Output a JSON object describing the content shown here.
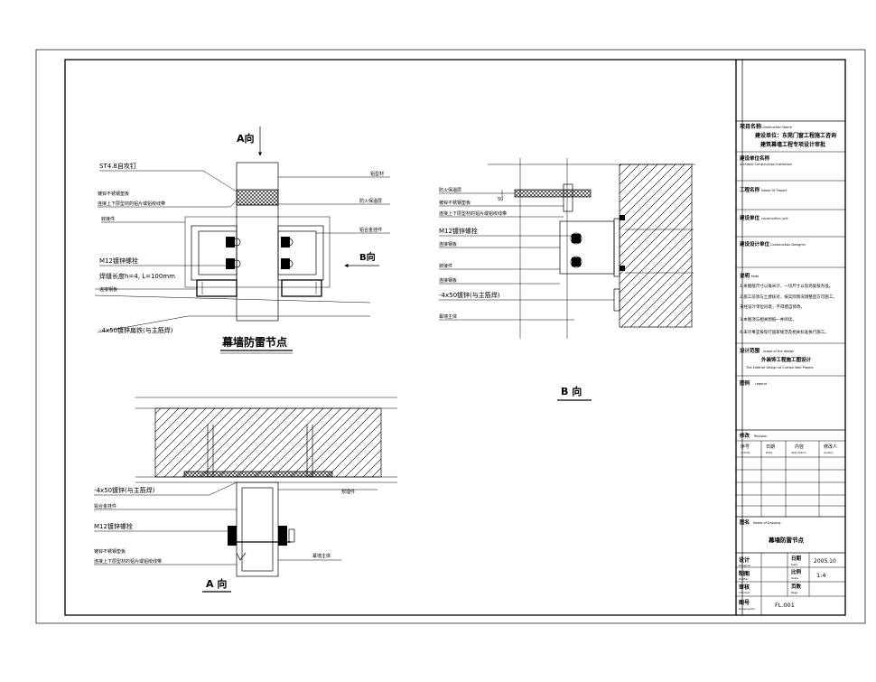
{
  "drawing": {
    "detail1_callouts": {
      "view_a_marker": "A向",
      "screw": "ST4.8自攻钉",
      "l1": "铝型材",
      "l2a": "镀锌不锈钢垫板",
      "l2b": "连接上下层型材的铝片或铝绞线带",
      "l3": "转接件",
      "r_stone": "防火保温层",
      "r_pad": "铝合金挂件",
      "l4": "M12镀锌螺栓",
      "view_b_marker": "B向",
      "l5": "焊缝长度h=4, L=100mm",
      "l6": "连接钢板",
      "l7": "-4x50镀锌扁铁(与主筋焊)",
      "title": "幕墙防雷节点"
    },
    "detail2_callouts": {
      "r1": "防火保温层",
      "r2": "镀锌不锈钢垫板",
      "r3": "连接上下层型材的铝片或铝绞线带",
      "r4": "M12镀锌螺栓",
      "r5": "连接钢板",
      "r6": "转接件",
      "r7": "连接钢板",
      "r8": "-4x50镀锌(与主筋焊)",
      "r9": "幕墙主体",
      "dim": "50",
      "title": "B 向"
    },
    "detail3_callouts": {
      "l1": "-4x50镀锌(与主筋焊)",
      "l2": "铝合金挂件",
      "l3": "M12镀锌螺栓",
      "l4a": "镀锌不锈钢垫板",
      "l4b": "连接上下层型材的铝片或铝绞线带",
      "r1": "预埋件",
      "r2": "幕墙主体",
      "title": "A 向"
    }
  },
  "title_block": {
    "project_label": "项目名称",
    "project_en": "Construction Name",
    "project_line1": "建设单位：东莞门窗工程施工咨询",
    "project_line2": "建筑幕墙工程专项设计审批",
    "client_label": "建设单位名称",
    "client_en": "Architect Construction Institution",
    "engineering_label": "工程名称",
    "engineering_en": "Name Of Project",
    "unit_label": "建设单位",
    "unit_en": "construction unit",
    "design_label": "建设设计单位",
    "design_en": "Construction Designer",
    "notes_label": "说明",
    "notes_en": "Note",
    "note1": "1.本图纸尺寸以毫米计，一切尺寸以现场复核为准。",
    "note2": "2.施工前须与土建核对，按实际情况调整后方可施工。",
    "note3": "   未经设计单位同意，不得擅自修改。",
    "note4": "3.本图须与相关图纸一并阅读。",
    "note5": "4.未尽事宜按现行国家规范及相关标准执行施工。",
    "scope_label": "设计范围",
    "scope_en": "scope of the design",
    "scope_line1": "外装饰工程施工图设计",
    "scope_line2": "The Exterior Design of Curtain Wall Project",
    "drawing_label": "图例",
    "drawing_en": "Legend",
    "rev_label": "修改",
    "rev_en": "Revision",
    "col1": "序号",
    "col1_en": "ordinal",
    "col2": "日期",
    "col2_en": "Date",
    "col3": "内容",
    "col3_en": "description",
    "col4": "修改人",
    "col4_en": "revisor",
    "drawing_name_label": "图名",
    "drawing_name_en": "Name of Drawing",
    "drawing_name": "幕墙防雷节点",
    "designer_label": "设计",
    "designer_en": "Designer",
    "date_label": "日期",
    "date_en": "Date",
    "date": "2005.10",
    "drafter_label": "制图",
    "drafter_en": "Drafter",
    "scale_label": "比例",
    "scale_en": "Scale",
    "scale": "1:4",
    "checker_label": "审核",
    "checker_en": "Checker",
    "page_label": "页数",
    "page_en": "Page",
    "dwg_no_label": "图号",
    "dwg_no_en": "Drawing No.",
    "dwg_no": "FL.001"
  }
}
